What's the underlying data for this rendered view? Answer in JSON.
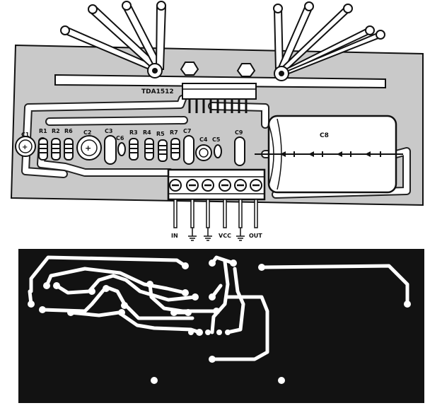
{
  "ic": {
    "label": "TDA1512"
  },
  "components": {
    "c1": "C1",
    "r1": "R1",
    "r2": "R2",
    "r6": "R6",
    "c2": "C2",
    "c3": "C3",
    "c6": "C6",
    "r3": "R3",
    "r4": "R4",
    "r5": "R5",
    "r7": "R7",
    "c7": "C7",
    "c4": "C4",
    "c5": "C5",
    "c9": "C9",
    "c8": "C8"
  },
  "terminals": {
    "in": "IN",
    "vcc": "VCC",
    "out": "OUT"
  },
  "colors": {
    "board": "#c9c9c9",
    "ink": "#111111",
    "copper_bg": "#121212",
    "trace": "#ffffff"
  }
}
